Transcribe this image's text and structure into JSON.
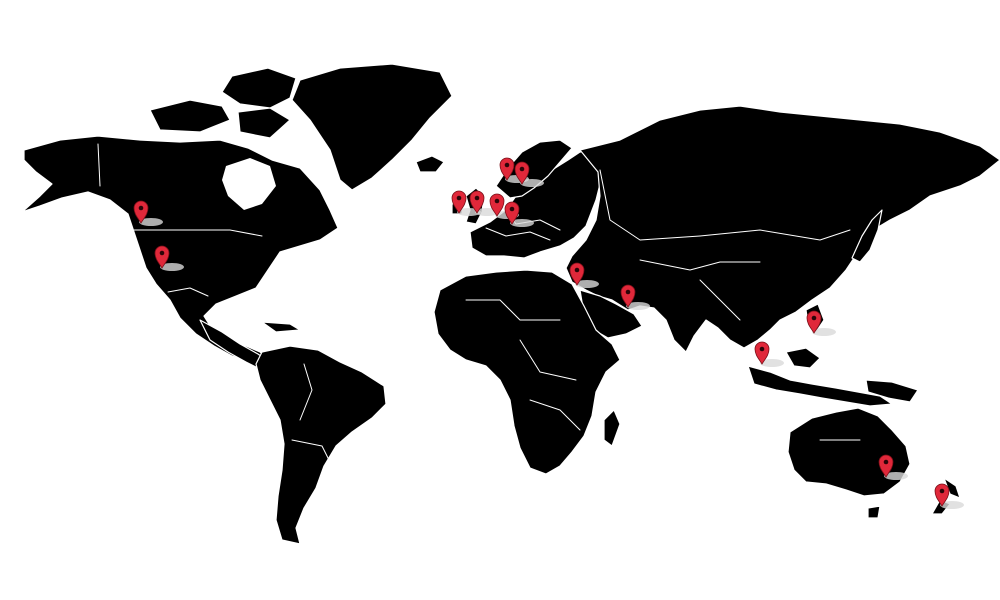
{
  "map": {
    "background_color": "#ffffff",
    "land_color": "#000000",
    "border_color": "#ffffff",
    "pin_color": "#e0283a"
  },
  "markers": [
    {
      "id": "vancouver"
    },
    {
      "id": "san-francisco"
    },
    {
      "id": "dublin"
    },
    {
      "id": "manchester"
    },
    {
      "id": "oslo"
    },
    {
      "id": "stockholm"
    },
    {
      "id": "amsterdam"
    },
    {
      "id": "berlin"
    },
    {
      "id": "tel-aviv"
    },
    {
      "id": "dubai"
    },
    {
      "id": "singapore"
    },
    {
      "id": "manila"
    },
    {
      "id": "sydney"
    },
    {
      "id": "auckland"
    }
  ]
}
